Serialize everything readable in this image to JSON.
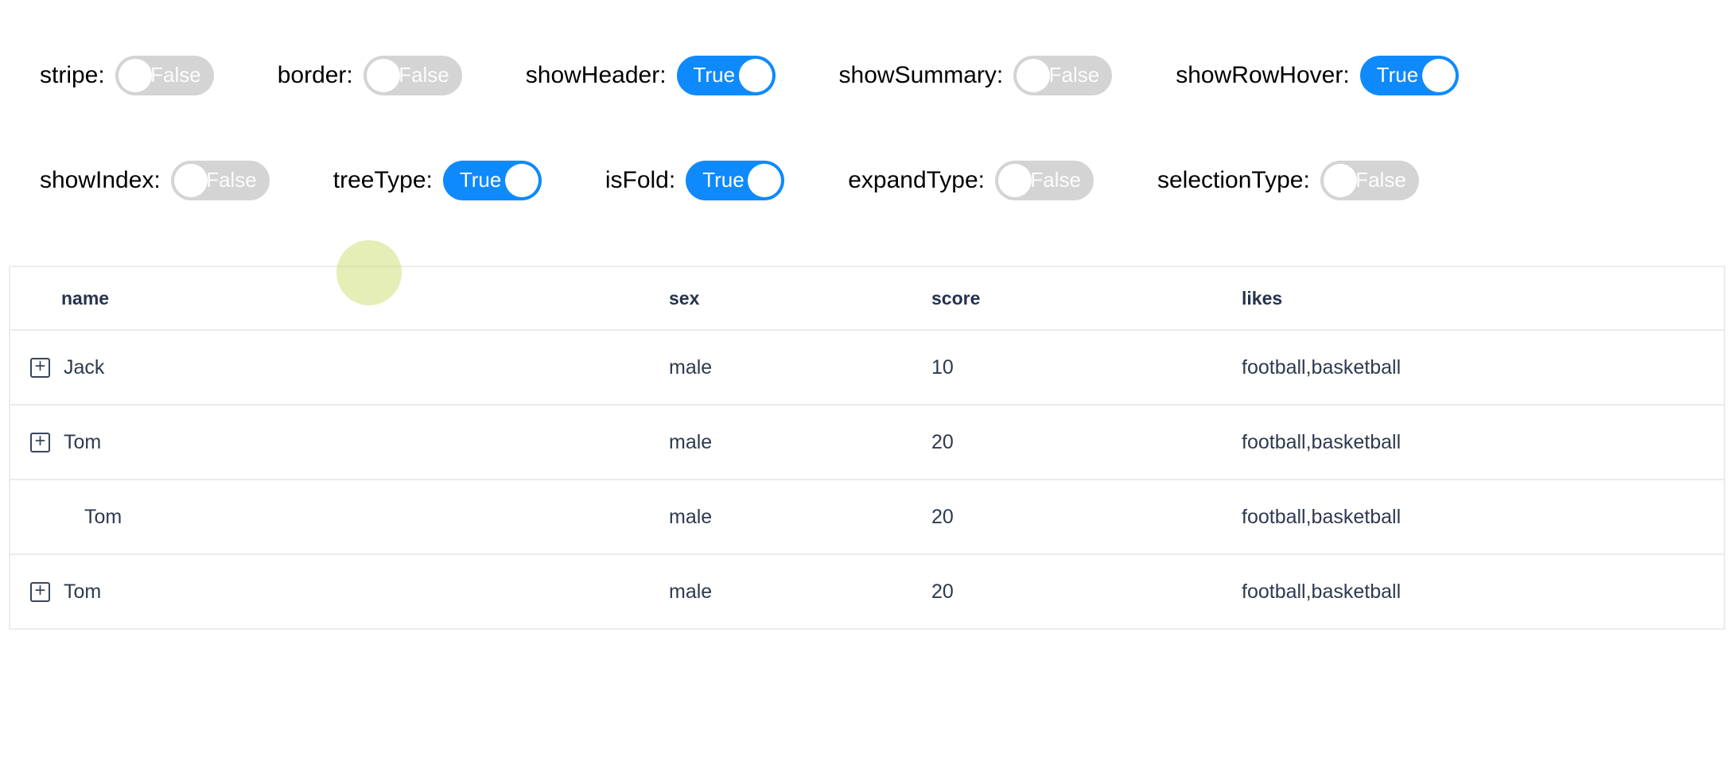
{
  "colors": {
    "accent_blue": "#0f8afc",
    "toggle_off_gray": "#d4d4d4",
    "table_border_gray": "#ececec",
    "header_text": "#26334d",
    "cell_text": "#2e3a50",
    "label_text": "#000000",
    "click_highlight": "rgba(208,224,123,0.55)"
  },
  "toggle_rows": [
    [
      {
        "id": "stripe",
        "label": "stripe:",
        "value": "False",
        "on": false
      },
      {
        "id": "border",
        "label": "border:",
        "value": "False",
        "on": false
      },
      {
        "id": "showHeader",
        "label": "showHeader:",
        "value": "True",
        "on": true
      },
      {
        "id": "showSummary",
        "label": "showSummary:",
        "value": "False",
        "on": false
      },
      {
        "id": "showRowHover",
        "label": "showRowHover:",
        "value": "True",
        "on": true
      }
    ],
    [
      {
        "id": "showIndex",
        "label": "showIndex:",
        "value": "False",
        "on": false
      },
      {
        "id": "treeType",
        "label": "treeType:",
        "value": "True",
        "on": true
      },
      {
        "id": "isFold",
        "label": "isFold:",
        "value": "True",
        "on": true
      },
      {
        "id": "expandType",
        "label": "expandType:",
        "value": "False",
        "on": false
      },
      {
        "id": "selectionType",
        "label": "selectionType:",
        "value": "False",
        "on": false
      }
    ]
  ],
  "table": {
    "columns": [
      {
        "id": "name",
        "label": "name"
      },
      {
        "id": "sex",
        "label": "sex"
      },
      {
        "id": "score",
        "label": "score"
      },
      {
        "id": "likes",
        "label": "likes"
      }
    ],
    "expander_glyph": "+",
    "rows": [
      {
        "name": "Jack",
        "sex": "male",
        "score": "10",
        "likes": "football,basketball",
        "expander": true,
        "child": false
      },
      {
        "name": "Tom",
        "sex": "male",
        "score": "20",
        "likes": "football,basketball",
        "expander": true,
        "child": false
      },
      {
        "name": "Tom",
        "sex": "male",
        "score": "20",
        "likes": "football,basketball",
        "expander": false,
        "child": true
      },
      {
        "name": "Tom",
        "sex": "male",
        "score": "20",
        "likes": "football,basketball",
        "expander": true,
        "child": false
      }
    ]
  }
}
